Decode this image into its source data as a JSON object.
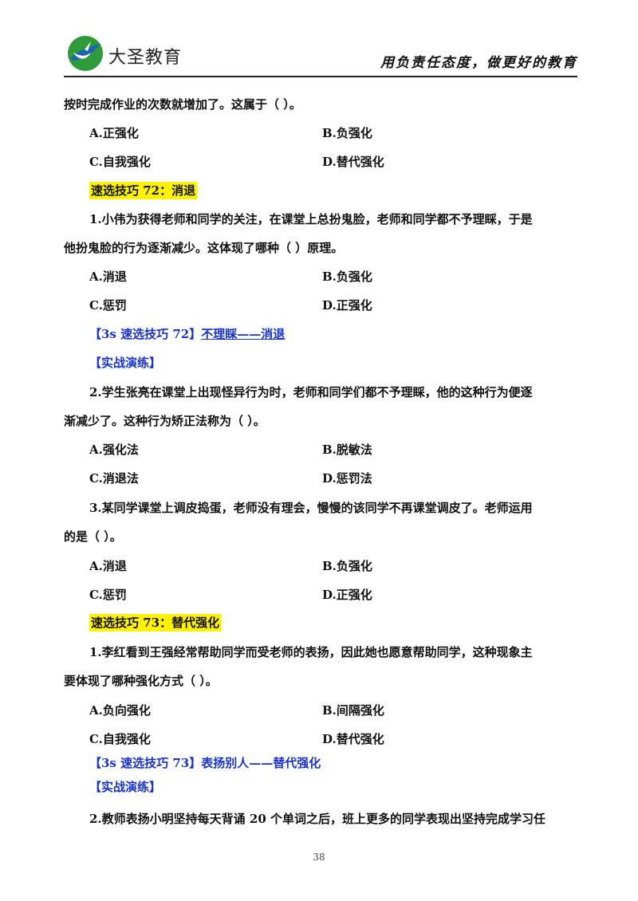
{
  "header": {
    "brand": "大圣教育",
    "slogan": "用负责任态度，做更好的教育"
  },
  "lines": {
    "l1": "按时完成作业的次数就增加了。这属于（    ）。",
    "l1_opt_a": "A.正强化",
    "l1_opt_b": "B.负强化",
    "l1_opt_c": "C.自我强化",
    "l1_opt_d": "D.替代强化",
    "sec72": "速选技巧 72：消退",
    "q1_a": "1.小伟为获得老师和同学的关注，在课堂上总扮鬼脸，老师和同学都不予理睬，于是",
    "q1_b": "他扮鬼脸的行为逐渐减少。这体现了哪种（    ）原理。",
    "q1_opt_a": "A.消退",
    "q1_opt_b": "B.负强化",
    "q1_opt_c": "C.惩罚",
    "q1_opt_d": "D.正强化",
    "tip72_prefix": "【3s 速选技巧 72】",
    "tip72_link": "不理睬——消退",
    "practice1": "【实战演练】",
    "q2_a": "2.学生张亮在课堂上出现怪异行为时，老师和同学们都不予理睬，他的这种行为便逐",
    "q2_b": "渐减少了。这种行为矫正法称为（    ）。",
    "q2_opt_a": "A.强化法",
    "q2_opt_b": "B.脱敏法",
    "q2_opt_c": "C.消退法",
    "q2_opt_d": "D.惩罚法",
    "q3_a": "3.某同学课堂上调皮捣蛋，老师没有理会，慢慢的该同学不再课堂调皮了。老师运用",
    "q3_b": "的是（    ）。",
    "q3_opt_a": "A.消退",
    "q3_opt_b": "B.负强化",
    "q3_opt_c": "C.惩罚",
    "q3_opt_d": "D.正强化",
    "sec73": "速选技巧 73：替代强化",
    "q4_a": "1.李红看到王强经常帮助同学而受老师的表扬，因此她也愿意帮助同学，这种现象主",
    "q4_b": "要体现了哪种强化方式（    ）。",
    "q4_opt_a": "A.负向强化",
    "q4_opt_b": "B.间隔强化",
    "q4_opt_c": "C.自我强化",
    "q4_opt_d": "D.替代强化",
    "tip73": "【3s 速选技巧 73】表扬别人——替代强化",
    "practice2": "【实战演练】",
    "q5_a": "2.教师表扬小明坚持每天背诵 20 个单词之后，班上更多的同学表现出坚持完成学习任"
  },
  "footer": {
    "page": "38"
  },
  "colors": {
    "highlight": "#fff200",
    "tip_blue": "#1a33c9",
    "logo_green": "#2e9a3a",
    "logo_blue": "#1f63b5"
  }
}
